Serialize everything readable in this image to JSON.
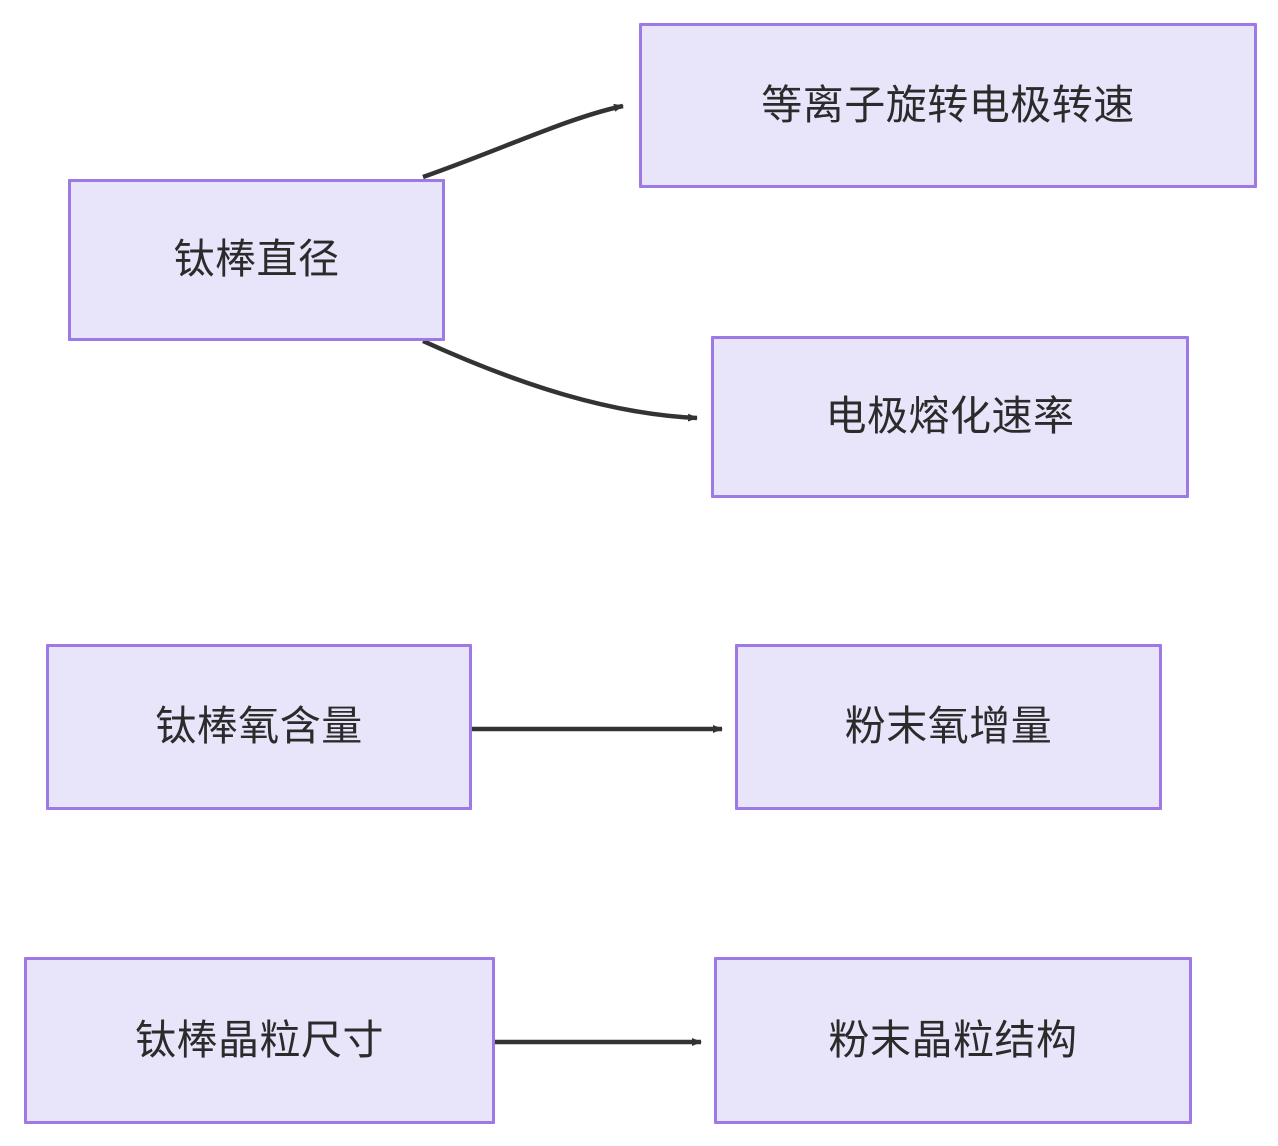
{
  "diagram": {
    "type": "flowchart",
    "direction": "left-to-right",
    "theme": {
      "node_fill": "#e8e5fa",
      "node_border": "#9d79e6",
      "edge_color": "#333333",
      "text_color": "#2b2b2b",
      "background": "#ffffff"
    },
    "nodes": [
      {
        "id": "bar-diameter",
        "label": "钛棒直径"
      },
      {
        "id": "plasma-speed",
        "label": "等离子旋转电极转速"
      },
      {
        "id": "melt-rate",
        "label": "电极熔化速率"
      },
      {
        "id": "bar-oxygen",
        "label": "钛棒氧含量"
      },
      {
        "id": "powder-oxygen",
        "label": "粉末氧增量"
      },
      {
        "id": "bar-grain-size",
        "label": "钛棒晶粒尺寸"
      },
      {
        "id": "powder-grain",
        "label": "粉末晶粒结构"
      }
    ],
    "edges": [
      {
        "id": "edge-diameter-to-speed",
        "from": "bar-diameter",
        "to": "plasma-speed",
        "style": "curved",
        "arrow": "single"
      },
      {
        "id": "edge-diameter-to-meltrate",
        "from": "bar-diameter",
        "to": "melt-rate",
        "style": "curved",
        "arrow": "single"
      },
      {
        "id": "edge-oxygen-to-powderoxy",
        "from": "bar-oxygen",
        "to": "powder-oxygen",
        "style": "straight",
        "arrow": "single"
      },
      {
        "id": "edge-grain-to-powdergrain",
        "from": "bar-grain-size",
        "to": "powder-grain",
        "style": "straight",
        "arrow": "single"
      }
    ]
  }
}
